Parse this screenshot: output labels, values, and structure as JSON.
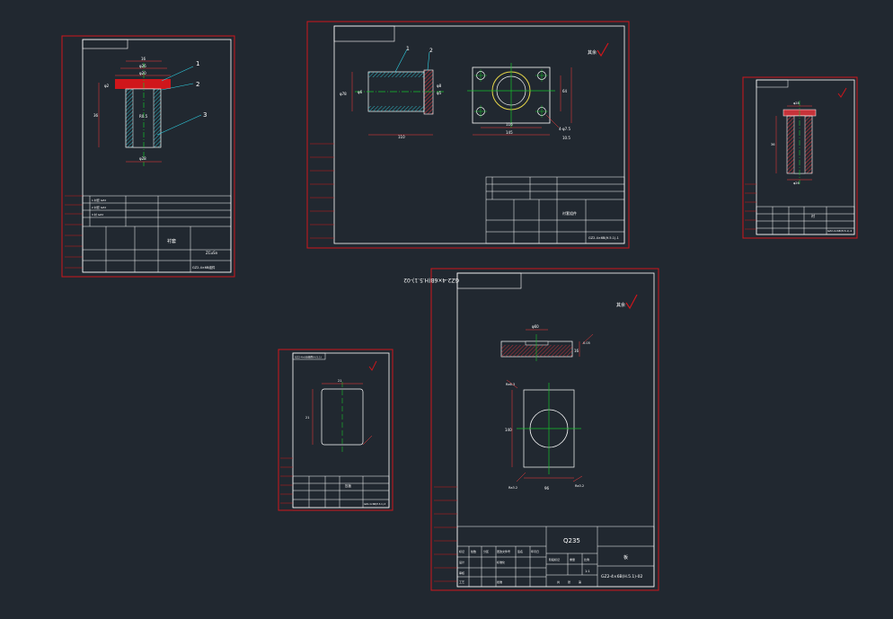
{
  "canvas": {
    "background": "#212830",
    "colors": {
      "frame": "#d0161b",
      "line": "#ffffff",
      "center": "#16c02a",
      "dim": "#ff3b3b",
      "leader": "#2fd3e6",
      "hatch": "#c7333a"
    }
  },
  "sheets": {
    "s1": {
      "leaders": [
        "1",
        "2",
        "3"
      ],
      "dims": {
        "top1": "16",
        "top2": "φ26",
        "top3": "φ20",
        "left": "φ2",
        "height": "36",
        "bottom": "φ28",
        "flange": "R0.5"
      },
      "title_block": {
        "part_name": "衬套",
        "code": "GZ2-4×6B组件",
        "material": "ZCuSn"
      }
    },
    "s2": {
      "leaders": [
        "1",
        "2"
      ],
      "roughness": "其余",
      "dims": {
        "left1": "φ78",
        "left2": "φ6",
        "len": "110",
        "right1": "φ8",
        "right2": "φ5",
        "w1": "116",
        "w2": "145",
        "h": "64",
        "holes": "4-φ7.5",
        "depth": "10.5"
      },
      "title_block": {
        "part_name": "衬套组件",
        "code": "GZ2-4×6B(H.5.1)-1"
      }
    },
    "s3": {
      "dims": {
        "d1": "φ28",
        "h": "36",
        "d2": "φ26"
      },
      "title_block": {
        "part_name": "衬",
        "code": "GZ2-4×6B(H.5.1)-4"
      }
    },
    "s4": {
      "header": "GZ2-4×6B组件(H.5.1)",
      "dims": {
        "top": "21",
        "left": "21"
      },
      "title_block": {
        "part_name": "压板",
        "code": "GZ2-4×6B(H.5.1)-3"
      }
    },
    "s5": {
      "header": "GZ2-4×6B(H.5.1)-02",
      "roughness": "其余",
      "dims": {
        "top": "φ60",
        "thick": "16",
        "tol": "0.05",
        "side": "140",
        "bottom": "96",
        "ra1": "Ra6.3",
        "ra2": "Ra3.2",
        "ra3": "Ra3.2"
      },
      "title_block": {
        "material": "Q235",
        "part_name": "板",
        "code": "GZ2-4×6B(H.5.1)-02",
        "scale": "1:1",
        "labels": [
          "标记",
          "处数",
          "分区",
          "更改文件号",
          "签名",
          "年月日",
          "设计",
          "审核",
          "工艺",
          "标准化",
          "批准",
          "阶段标记",
          "重量",
          "比例",
          "共",
          "张",
          "第"
        ]
      }
    }
  }
}
